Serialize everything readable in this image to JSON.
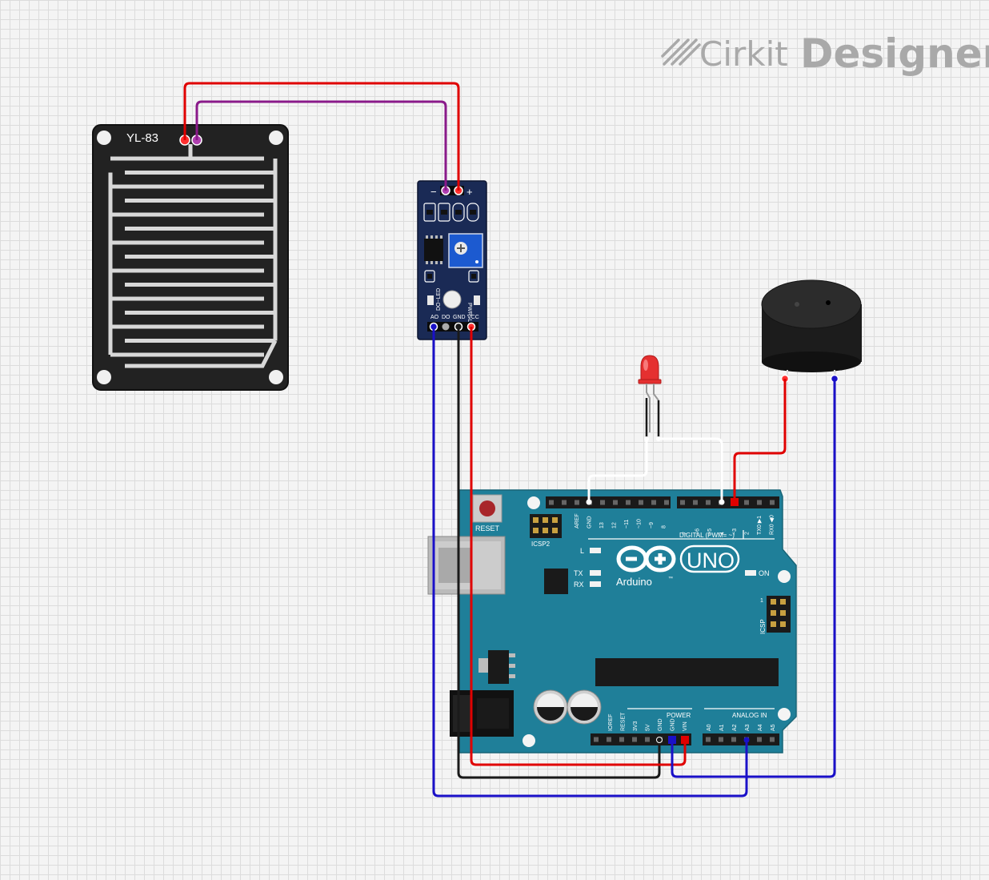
{
  "branding": {
    "name_light": "Cirkit",
    "name_bold": "Designer"
  },
  "rain_plate": {
    "label": "YL-83"
  },
  "sensor_module": {
    "top_pins": [
      "−",
      "+"
    ],
    "bottom_pins": [
      "AO",
      "DO",
      "GND",
      "VCC"
    ],
    "led_labels": [
      "DO−LED",
      "PWR−LED"
    ]
  },
  "arduino": {
    "reset_label": "RESET",
    "icsp2_label": "ICSP2",
    "icsp_label": "ICSP",
    "icsp_pin1": "1",
    "logo_text": "Arduino",
    "tm": "™",
    "model": "UNO",
    "on_label": "ON",
    "l_label": "L",
    "tx_label": "TX",
    "rx_label": "RX",
    "digital_label": "DIGITAL (PWM= ~)",
    "power_label": "POWER",
    "analog_label": "ANALOG IN",
    "digital_pins_left": [
      "AREF",
      "GND",
      "13",
      "12",
      "~11",
      "~10",
      "~9",
      "8"
    ],
    "digital_pins_right": [
      "7",
      "~6",
      "~5",
      "4",
      "~3",
      "2",
      "TX0 ▶1",
      "RX0 ◀0"
    ],
    "power_pins": [
      "IOREF",
      "RESET",
      "3V3",
      "5V",
      "GND",
      "GND",
      "VIN"
    ],
    "analog_pins": [
      "A0",
      "A1",
      "A2",
      "A3",
      "A4",
      "A5"
    ]
  },
  "colors": {
    "wire_red": "#e00000",
    "wire_purple": "#8a1a8a",
    "wire_blue": "#1a10c8",
    "wire_black": "#1a1a1a",
    "wire_white": "#ffffff",
    "arduino_teal": "#1f7f99",
    "module_navy": "#1a2a55",
    "plate_black": "#222222"
  }
}
